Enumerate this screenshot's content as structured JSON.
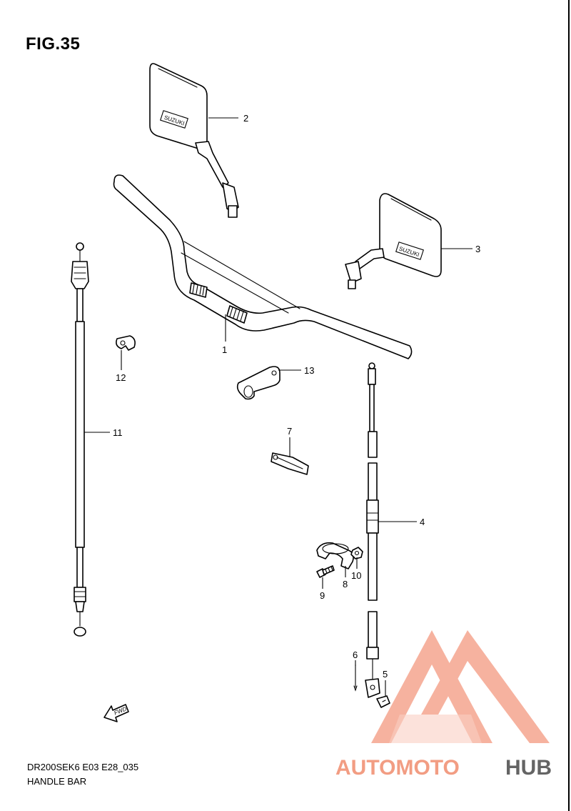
{
  "figure": {
    "title": "FIG.35",
    "code": "DR200SEK6 E03 E28_035",
    "name": "HANDLE BAR"
  },
  "callouts": [
    {
      "id": "1",
      "label": "1"
    },
    {
      "id": "2",
      "label": "2"
    },
    {
      "id": "3",
      "label": "3"
    },
    {
      "id": "4",
      "label": "4"
    },
    {
      "id": "5",
      "label": "5"
    },
    {
      "id": "6",
      "label": "6"
    },
    {
      "id": "7",
      "label": "7"
    },
    {
      "id": "8",
      "label": "8"
    },
    {
      "id": "9",
      "label": "9"
    },
    {
      "id": "10",
      "label": "10"
    },
    {
      "id": "11",
      "label": "11"
    },
    {
      "id": "12",
      "label": "12"
    },
    {
      "id": "13",
      "label": "13"
    }
  ],
  "direction_arrow": {
    "label": "FWD"
  },
  "watermark": {
    "text_part1": "AUTOMOTO",
    "text_part2": "HUB",
    "color_light": "#f5a58f",
    "color_accent": "#f08c6e",
    "color_dark": "#4a4a4a"
  },
  "mirror_logo_text": "SUZUKI"
}
